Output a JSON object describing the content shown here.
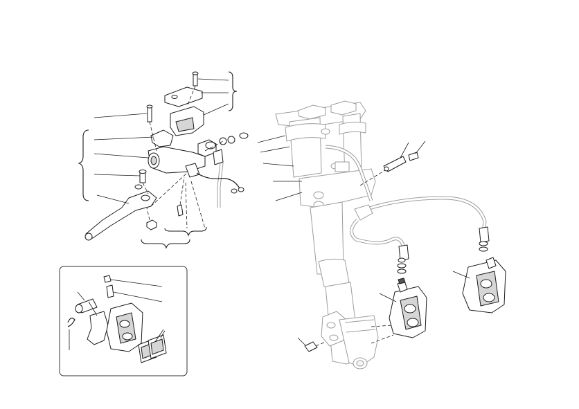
{
  "diagram": {
    "kind": "exploded-parts-view",
    "line_color": "#1a1a1a",
    "ghost_color": "#9c9c9c",
    "background": "#ffffff",
    "callout_numbers_shown": false,
    "groups": [
      "front-brake-master-cylinder-assembly",
      "front-fork",
      "brake-hoses",
      "left-brake-caliper",
      "right-brake-caliper",
      "caliper-detail-inset"
    ]
  }
}
